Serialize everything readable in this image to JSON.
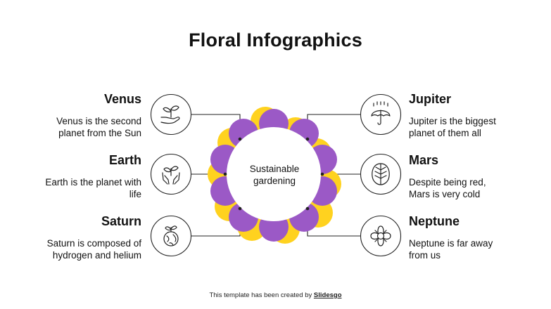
{
  "title": "Floral Infographics",
  "center": {
    "line1": "Sustainable",
    "line2": "gardening"
  },
  "items": [
    {
      "title": "Venus",
      "desc1": "Venus is the second",
      "desc2": "planet from the Sun",
      "icon": "plant-in-hand-icon"
    },
    {
      "title": "Earth",
      "desc1": "Earth is the planet with",
      "desc2": "life",
      "icon": "hands-holding-plant-icon"
    },
    {
      "title": "Saturn",
      "desc1": "Saturn is composed of",
      "desc2": "hydrogen and helium",
      "icon": "sprouting-earth-icon"
    },
    {
      "title": "Jupiter",
      "desc1": "Jupiter is the biggest",
      "desc2": "planet of them all",
      "icon": "umbrella-rain-icon"
    },
    {
      "title": "Mars",
      "desc1": "Despite being red,",
      "desc2": "Mars is very cold",
      "icon": "leaf-icon"
    },
    {
      "title": "Neptune",
      "desc1": "Neptune is far away",
      "desc2": "from us",
      "icon": "flower-icon"
    }
  ],
  "footer": {
    "prefix": "This template has been created by ",
    "brand": "Slidesgo"
  },
  "colors": {
    "petal": "#9b59c6",
    "petal_back": "#ffd21f",
    "line": "#222222"
  }
}
